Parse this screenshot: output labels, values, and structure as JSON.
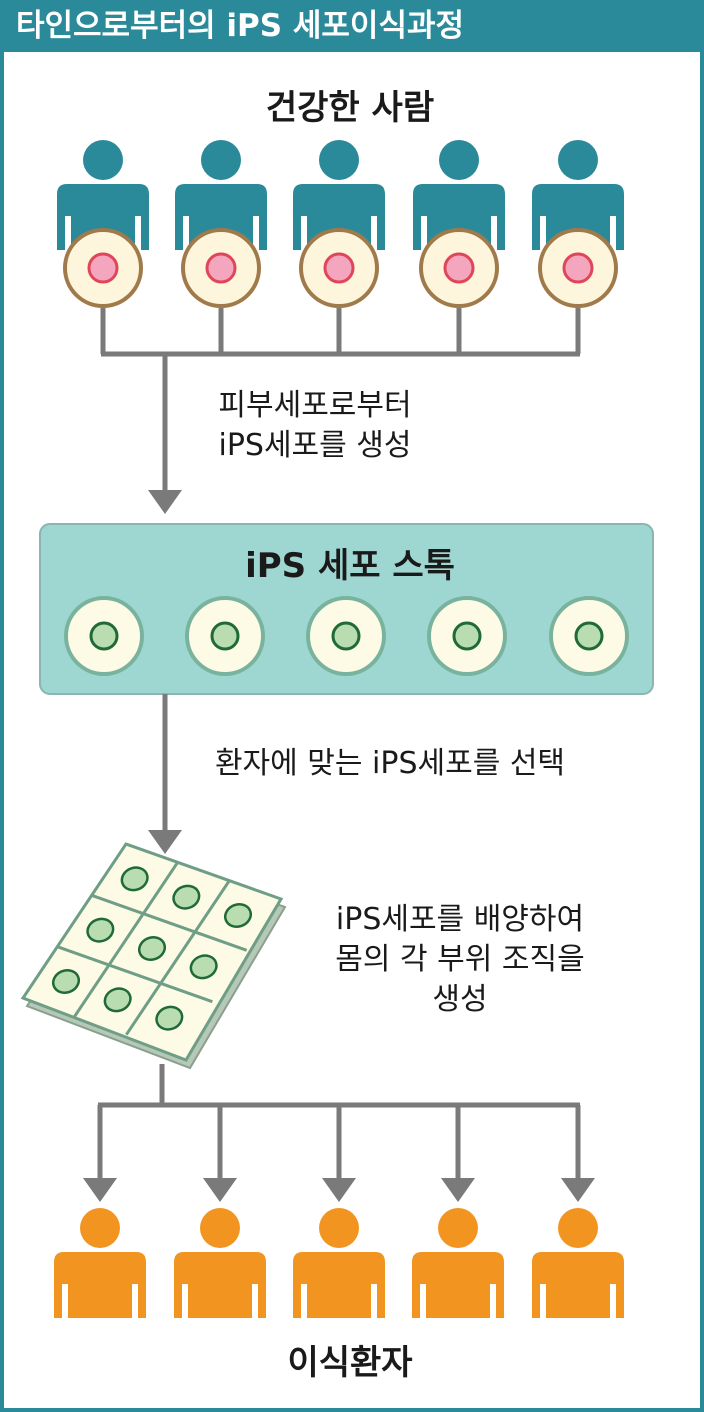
{
  "title": "타인으로부터의 iPS 세포이식과정",
  "healthy_people": {
    "heading": "건강한 사람",
    "count": 5
  },
  "step1": {
    "line1": "피부세포로부터",
    "line2": "iPS세포를 생성"
  },
  "stock": {
    "heading": "iPS 세포 스톡",
    "cell_count": 5
  },
  "step2": {
    "text": "환자에 맞는 iPS세포를 선택"
  },
  "step3": {
    "line1": "iPS세포를 배양하여",
    "line2": "몸의 각 부위 조직을",
    "line3": "생성"
  },
  "patients": {
    "heading": "이식환자",
    "count": 5
  },
  "colors": {
    "frame": "#2a8a9a",
    "person_donor": "#2a8a9a",
    "person_patient": "#f29420",
    "stock_fill": "#9ed6d1",
    "arrow": "#7a7a7a",
    "skin_cell_ring": "#a07a4a",
    "skin_cell_fill": "#fdf6dc",
    "skin_nucleus": "#f4a6bf",
    "ips_nucleus": "#b9ddb0"
  }
}
